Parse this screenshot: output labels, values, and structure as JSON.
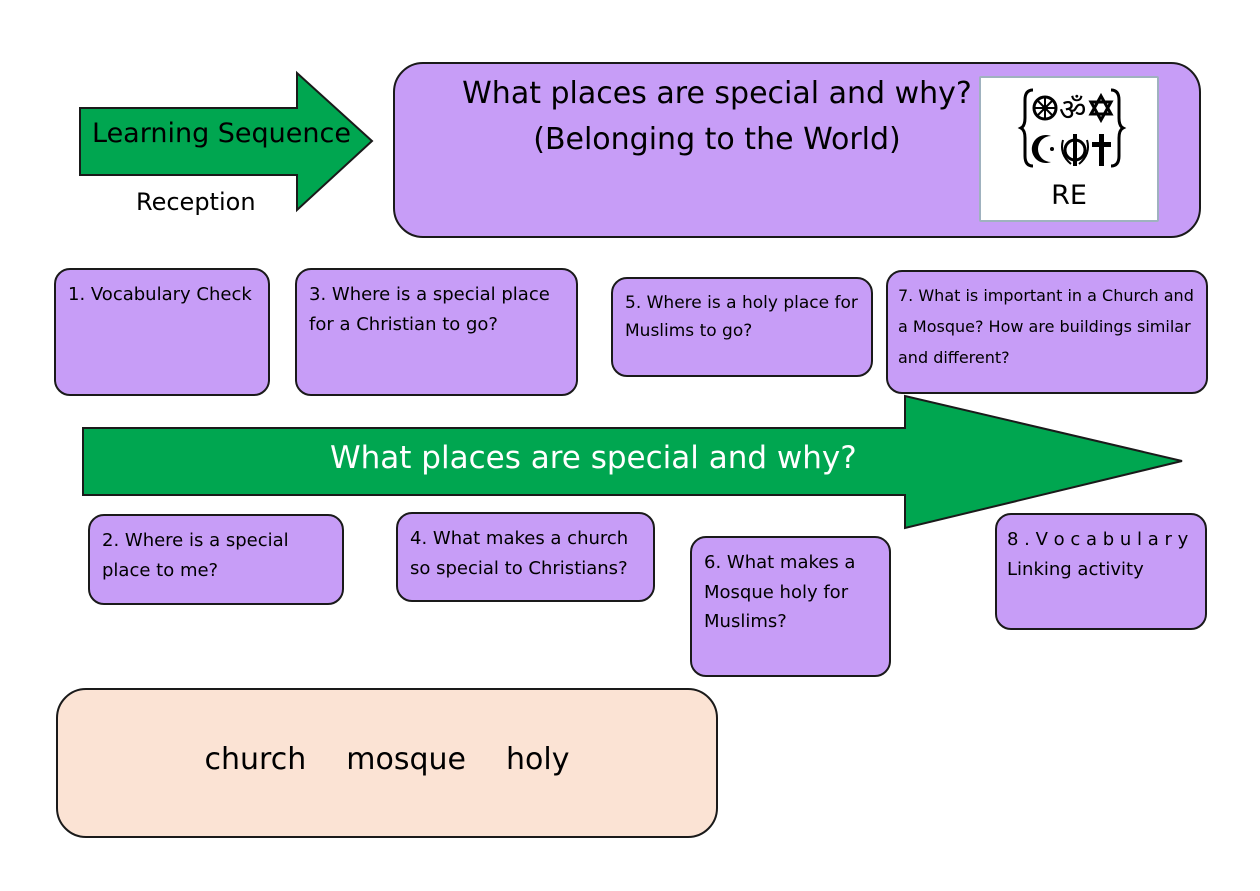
{
  "header": {
    "sequence_label": "Learning Sequence",
    "year_group": "Reception",
    "title_line1": "What places are special and why?",
    "title_line2": "(Belonging to the World)",
    "subject": "RE"
  },
  "main_arrow_label": "What places are special and why?",
  "lessons_top": [
    {
      "text": "1. Vocabulary Check"
    },
    {
      "text": "3. Where is a special place for a Christian to go?"
    },
    {
      "text": "5. Where is a holy place for Muslims to go?"
    },
    {
      "text": "7. What is important in a Church and a Mosque? How are buildings similar and different?"
    }
  ],
  "lessons_bottom": [
    {
      "text": "2. Where is a special place to me?"
    },
    {
      "text": "4. What makes a church so special to Christians?"
    },
    {
      "text": "6. What makes a Mosque holy for Muslims?"
    },
    {
      "text": "8 . V o c a b u l a r y Linking activity"
    }
  ],
  "vocabulary": [
    "church",
    "mosque",
    "holy"
  ],
  "colors": {
    "arrow_green": "#00a650",
    "box_purple": "#c79df7",
    "vocab_peach": "#fbe3d4",
    "border": "#1a1a1a"
  },
  "icons": {
    "re_logo": [
      "dharma-wheel-icon",
      "om-icon",
      "star-of-david-icon",
      "crescent-icon",
      "khanda-icon",
      "cross-icon"
    ]
  }
}
